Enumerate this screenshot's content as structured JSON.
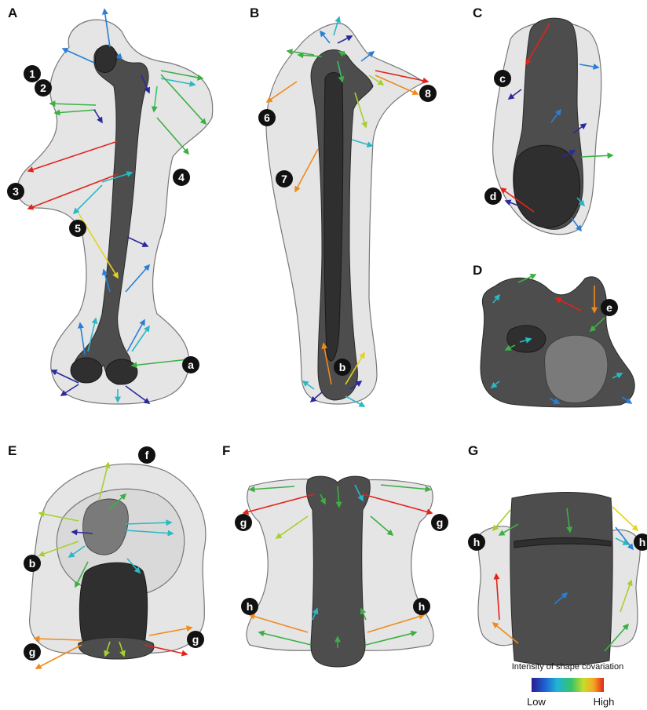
{
  "panels": [
    {
      "id": "A",
      "label": "A"
    },
    {
      "id": "B",
      "label": "B"
    },
    {
      "id": "C",
      "label": "C"
    },
    {
      "id": "D",
      "label": "D"
    },
    {
      "id": "E",
      "label": "E"
    },
    {
      "id": "F",
      "label": "F"
    },
    {
      "id": "G",
      "label": "G"
    }
  ],
  "markers": {
    "m1": "1",
    "m2": "2",
    "m3": "3",
    "m4": "4",
    "m5": "5",
    "m6": "6",
    "m7": "7",
    "m8": "8",
    "ma": "a",
    "mb_B": "b",
    "mc": "c",
    "md": "d",
    "me": "e",
    "mf": "f",
    "mb_E": "b",
    "mg_E1": "g",
    "mg_E2": "g",
    "mg_F1": "g",
    "mg_F2": "g",
    "mh_F1": "h",
    "mh_F2": "h",
    "mh_G1": "h",
    "mh_G2": "h"
  },
  "legend": {
    "title": "Intensity of shape covariation",
    "low": "Low",
    "high": "High",
    "gradient": [
      "#2b1d8f",
      "#1f5fd0",
      "#1fb3d8",
      "#37c26b",
      "#c8dc2a",
      "#f5a623",
      "#e2231a"
    ]
  },
  "colors": {
    "darkblue": "#2b2a9a",
    "blue": "#2a7fd4",
    "cyan": "#2ab8c4",
    "green": "#3cb043",
    "yellowgreen": "#a8cf2f",
    "yellow": "#e6d21c",
    "orange": "#f08a1c",
    "red": "#e2231a"
  }
}
